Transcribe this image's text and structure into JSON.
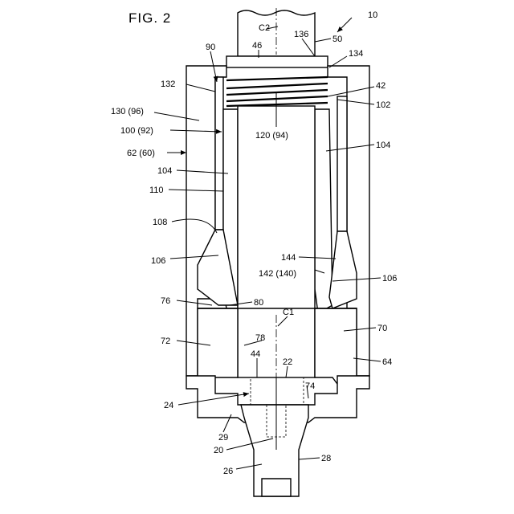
{
  "figure": {
    "title": "FIG. 2"
  },
  "labels": {
    "l10": "10",
    "c2": "C2",
    "l136": "136",
    "l50": "50",
    "l46": "46",
    "l90": "90",
    "l134": "134",
    "l132": "132",
    "l42": "42",
    "l102": "102",
    "l130": "130 (96)",
    "l120": "120 (94)",
    "l100": "100 (92)",
    "l104a": "104",
    "l62": "62 (60)",
    "l104b": "104",
    "l110": "110",
    "l108": "108",
    "l144": "144",
    "l106a": "106",
    "l142": "142 (140)",
    "l106b": "106",
    "l76": "76",
    "l80": "80",
    "c1": "C1",
    "l70": "70",
    "l72": "72",
    "l78": "78",
    "l44": "44",
    "l22": "22",
    "l64": "64",
    "l74": "74",
    "l24": "24",
    "l29": "29",
    "l20": "20",
    "l28": "28",
    "l26": "26"
  }
}
